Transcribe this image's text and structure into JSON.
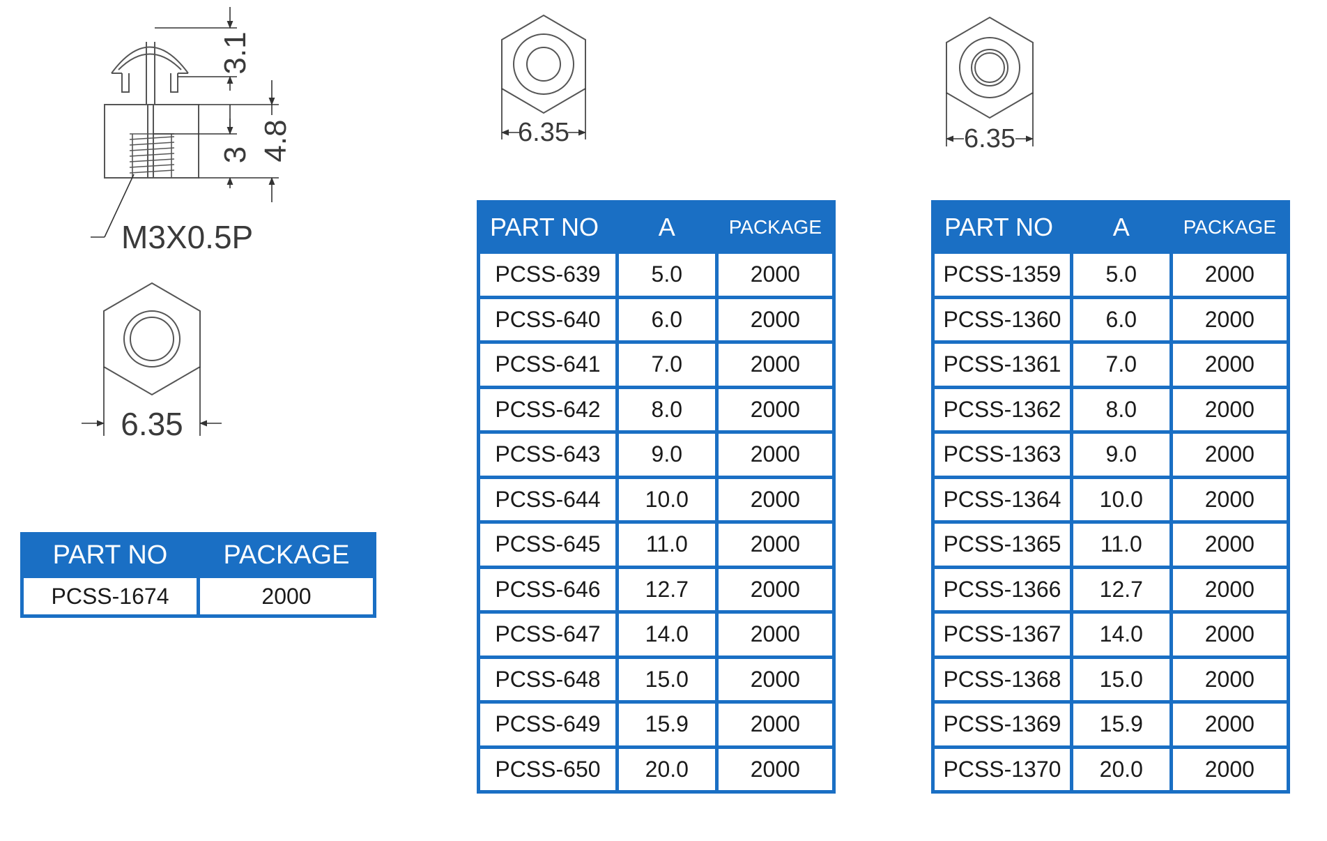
{
  "drawing": {
    "dim_cap_height": "3.1",
    "dim_body_height": "4.8",
    "dim_thread_depth": "3",
    "thread_label": "M3X0.5P",
    "dim_hex_width_left": "6.35",
    "dim_hex_width_middle": "6.35",
    "dim_hex_width_right": "6.35"
  },
  "table_1": {
    "headers": [
      "PART NO",
      "PACKAGE"
    ],
    "rows": [
      [
        "PCSS-1674",
        "2000"
      ]
    ]
  },
  "table_2": {
    "headers": [
      "PART NO",
      "A",
      "PACKAGE"
    ],
    "rows": [
      [
        "PCSS-639",
        "5.0",
        "2000"
      ],
      [
        "PCSS-640",
        "6.0",
        "2000"
      ],
      [
        "PCSS-641",
        "7.0",
        "2000"
      ],
      [
        "PCSS-642",
        "8.0",
        "2000"
      ],
      [
        "PCSS-643",
        "9.0",
        "2000"
      ],
      [
        "PCSS-644",
        "10.0",
        "2000"
      ],
      [
        "PCSS-645",
        "11.0",
        "2000"
      ],
      [
        "PCSS-646",
        "12.7",
        "2000"
      ],
      [
        "PCSS-647",
        "14.0",
        "2000"
      ],
      [
        "PCSS-648",
        "15.0",
        "2000"
      ],
      [
        "PCSS-649",
        "15.9",
        "2000"
      ],
      [
        "PCSS-650",
        "20.0",
        "2000"
      ]
    ]
  },
  "table_3": {
    "headers": [
      "PART NO",
      "A",
      "PACKAGE"
    ],
    "rows": [
      [
        "PCSS-1359",
        "5.0",
        "2000"
      ],
      [
        "PCSS-1360",
        "6.0",
        "2000"
      ],
      [
        "PCSS-1361",
        "7.0",
        "2000"
      ],
      [
        "PCSS-1362",
        "8.0",
        "2000"
      ],
      [
        "PCSS-1363",
        "9.0",
        "2000"
      ],
      [
        "PCSS-1364",
        "10.0",
        "2000"
      ],
      [
        "PCSS-1365",
        "11.0",
        "2000"
      ],
      [
        "PCSS-1366",
        "12.7",
        "2000"
      ],
      [
        "PCSS-1367",
        "14.0",
        "2000"
      ],
      [
        "PCSS-1368",
        "15.0",
        "2000"
      ],
      [
        "PCSS-1369",
        "15.9",
        "2000"
      ],
      [
        "PCSS-1370",
        "20.0",
        "2000"
      ]
    ]
  },
  "colors": {
    "table_blue": "#1a6fc4",
    "header_text": "#ffffff",
    "line_drawing": "#555555"
  }
}
